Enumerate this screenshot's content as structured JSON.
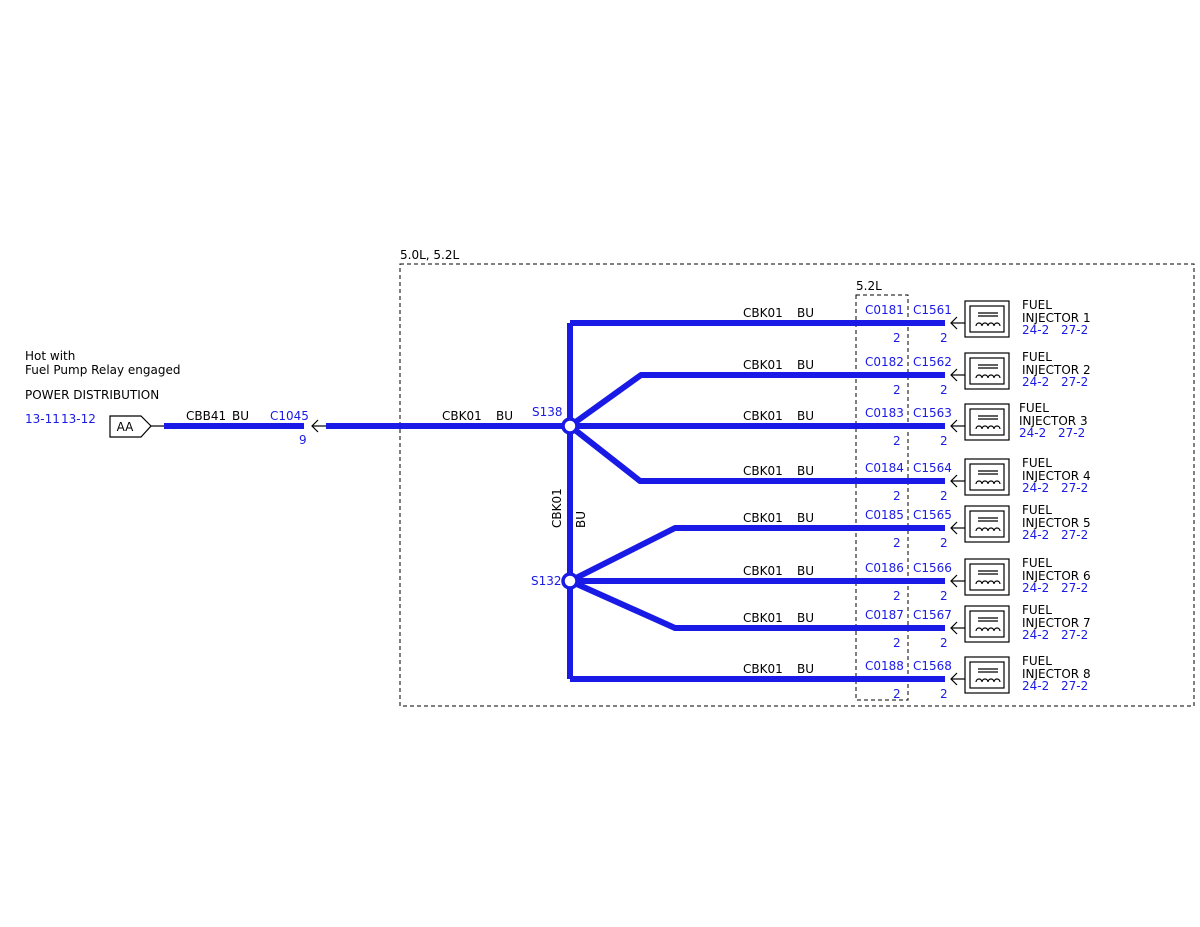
{
  "colors": {
    "wire": "#1a1ae6",
    "ref_text": "#1a1ae6",
    "ink": "#000000"
  },
  "source": {
    "note_line1": "Hot with",
    "note_line2": "Fuel Pump Relay engaged",
    "title": "POWER DISTRIBUTION",
    "ref1": "13-11",
    "ref2": "13-12",
    "connector_label": "AA"
  },
  "feed": {
    "circuit": "CBB41",
    "color": "BU",
    "connector": "C1045",
    "pin": "9"
  },
  "main": {
    "circuit": "CBK01",
    "color": "BU",
    "splice_top": "S138",
    "splice_bottom": "S132"
  },
  "outer_box_label": "5.0L, 5.2L",
  "inner_box_label": "5.2L",
  "branches": [
    {
      "circuit": "CBK01",
      "color": "BU",
      "conn_a": "C0181",
      "pin_a": "2",
      "conn_b": "C1561",
      "pin_b": "2",
      "name1": "FUEL",
      "name2": "INJECTOR 1",
      "ref1": "24-2",
      "ref2": "27-2"
    },
    {
      "circuit": "CBK01",
      "color": "BU",
      "conn_a": "C0182",
      "pin_a": "2",
      "conn_b": "C1562",
      "pin_b": "2",
      "name1": "FUEL",
      "name2": "INJECTOR 2",
      "ref1": "24-2",
      "ref2": "27-2"
    },
    {
      "circuit": "CBK01",
      "color": "BU",
      "conn_a": "C0183",
      "pin_a": "2",
      "conn_b": "C1563",
      "pin_b": "2",
      "name1": "FUEL",
      "name2": "INJECTOR 3",
      "ref1": "24-2",
      "ref2": "27-2"
    },
    {
      "circuit": "CBK01",
      "color": "BU",
      "conn_a": "C0184",
      "pin_a": "2",
      "conn_b": "C1564",
      "pin_b": "2",
      "name1": "FUEL",
      "name2": "INJECTOR 4",
      "ref1": "24-2",
      "ref2": "27-2"
    },
    {
      "circuit": "CBK01",
      "color": "BU",
      "conn_a": "C0185",
      "pin_a": "2",
      "conn_b": "C1565",
      "pin_b": "2",
      "name1": "FUEL",
      "name2": "INJECTOR 5",
      "ref1": "24-2",
      "ref2": "27-2"
    },
    {
      "circuit": "CBK01",
      "color": "BU",
      "conn_a": "C0186",
      "pin_a": "2",
      "conn_b": "C1566",
      "pin_b": "2",
      "name1": "FUEL",
      "name2": "INJECTOR 6",
      "ref1": "24-2",
      "ref2": "27-2"
    },
    {
      "circuit": "CBK01",
      "color": "BU",
      "conn_a": "C0187",
      "pin_a": "2",
      "conn_b": "C1567",
      "pin_b": "2",
      "name1": "FUEL",
      "name2": "INJECTOR 7",
      "ref1": "24-2",
      "ref2": "27-2"
    },
    {
      "circuit": "CBK01",
      "color": "BU",
      "conn_a": "C0188",
      "pin_a": "2",
      "conn_b": "C1568",
      "pin_b": "2",
      "name1": "FUEL",
      "name2": "INJECTOR 8",
      "ref1": "24-2",
      "ref2": "27-2"
    }
  ]
}
